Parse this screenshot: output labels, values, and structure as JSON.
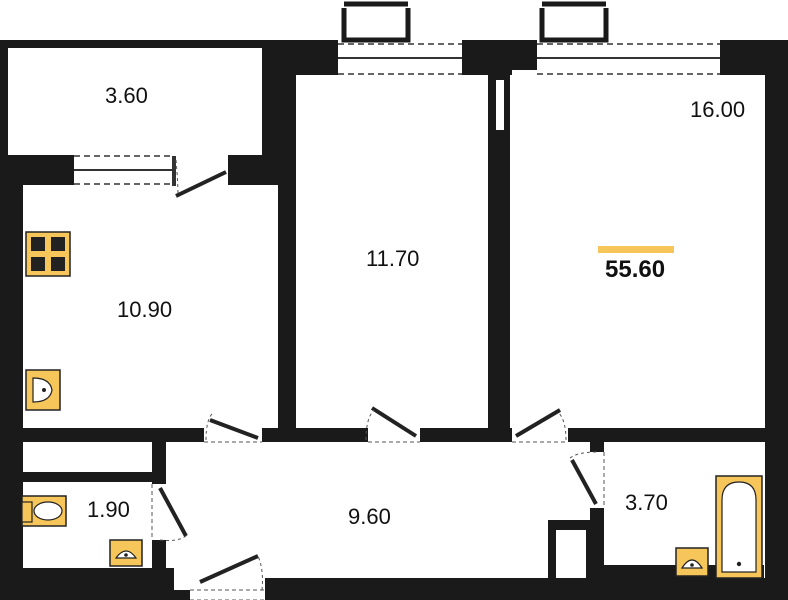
{
  "rooms": {
    "balcony": "3.60",
    "kitchen": "10.90",
    "bedroom": "11.70",
    "living": "16.00",
    "toilet": "1.90",
    "hall": "9.60",
    "bathroom": "3.70"
  },
  "total_area": "55.60",
  "colors": {
    "wall": "#1a1a1a",
    "accent": "#f7c65a",
    "fixture_stroke": "#222222",
    "background": "#ffffff"
  }
}
